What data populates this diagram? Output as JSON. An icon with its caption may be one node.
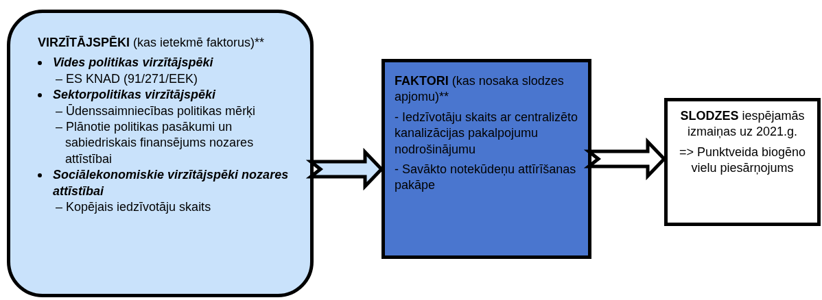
{
  "diagram": {
    "nodes": [
      {
        "text": [
          "VIRZĪTĀJSPĒKI",
          "(kas ietekmē faktorus)**",
          "Vides politikas virzītājspēki",
          "– ES KNAD (91/271/EEK)",
          "Sektorpolitikas virzītājspēki",
          "– Ūdenssaimniecības politikas mērķi",
          "– Plānotie politikas pasākumi un sabiedriskais finansējums nozares attīstībai",
          "Sociālekonomiskie virzītājspēki nozares attīstībai",
          "– Kopējais iedzīvotāju skaits"
        ]
      },
      {
        "text": [
          "FAKTORI",
          "(kas nosaka slodzes apjomu)**",
          "- Iedzīvotāju skaits ar centralizēto kanalizācijas pakalpojumu nodrošinājumu",
          "- Savākto notekūdeņu attīrīšanas pakāpe"
        ]
      },
      {
        "text": [
          "SLODZES",
          "iespējamās izmaiņas uz 2021.g.",
          "=> Punktveida biogēno vielu piesārņojums"
        ]
      }
    ],
    "edges": [
      {
        "from": 0,
        "to": 1,
        "arrow": "to"
      },
      {
        "from": 1,
        "to": 2,
        "arrow": "to"
      }
    ]
  }
}
